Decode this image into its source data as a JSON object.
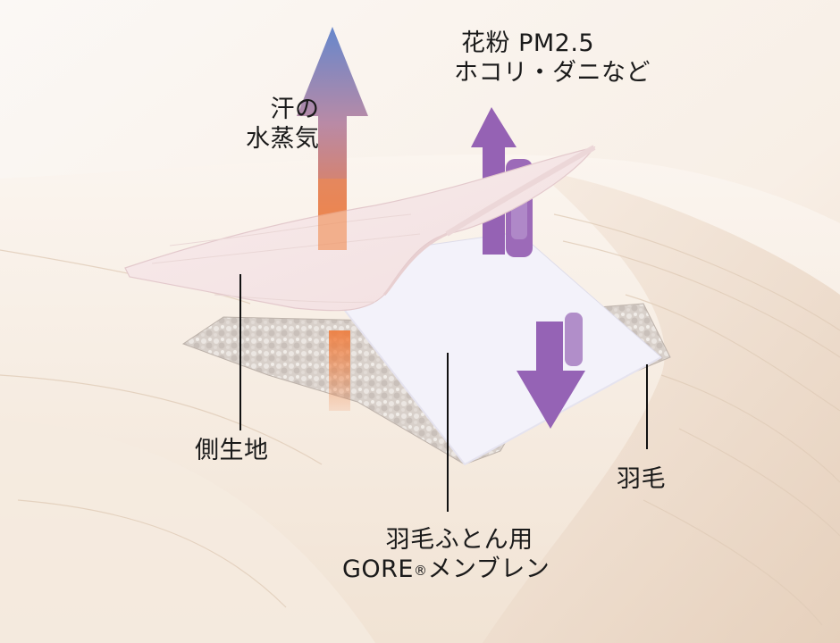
{
  "diagram": {
    "subject": "down comforter layer structure",
    "colors": {
      "background": "#fbf6f1",
      "fabric_cream": "#f3e6d8",
      "fabric_shadow": "#e6d2bf",
      "outer_fabric_sheet": "#f6e6e6",
      "membrane_sheet": "#f4f3fa",
      "down_fill": "#d9d2cc",
      "vapor_arrow_top": "#6a86c8",
      "vapor_arrow_bottom": "#ee7f43",
      "blocked_arrow": "#9562b4",
      "leader_line": "#111111",
      "text": "#1a1a1a"
    },
    "arrows": [
      {
        "name": "sweat-vapor-up-arrow",
        "direction": "up",
        "meaning": "passes through"
      },
      {
        "name": "allergen-bounce-arrow",
        "direction": "up",
        "meaning": "blocked from outside"
      },
      {
        "name": "allergen-down-arrow",
        "direction": "down",
        "meaning": "blocked from inside"
      }
    ],
    "labels": {
      "sweat_vapor": {
        "line1": "汗の",
        "line2": "水蒸気"
      },
      "allergens": {
        "line1": "花粉 PM2.5",
        "line2": "ホコリ・ダニなど"
      },
      "outer_fabric": "側生地",
      "down": "羽毛",
      "membrane": {
        "line1": "羽毛ふとん用",
        "line2_prefix": "GORE",
        "line2_reg": "®",
        "line2_suffix": "メンブレン"
      }
    }
  }
}
